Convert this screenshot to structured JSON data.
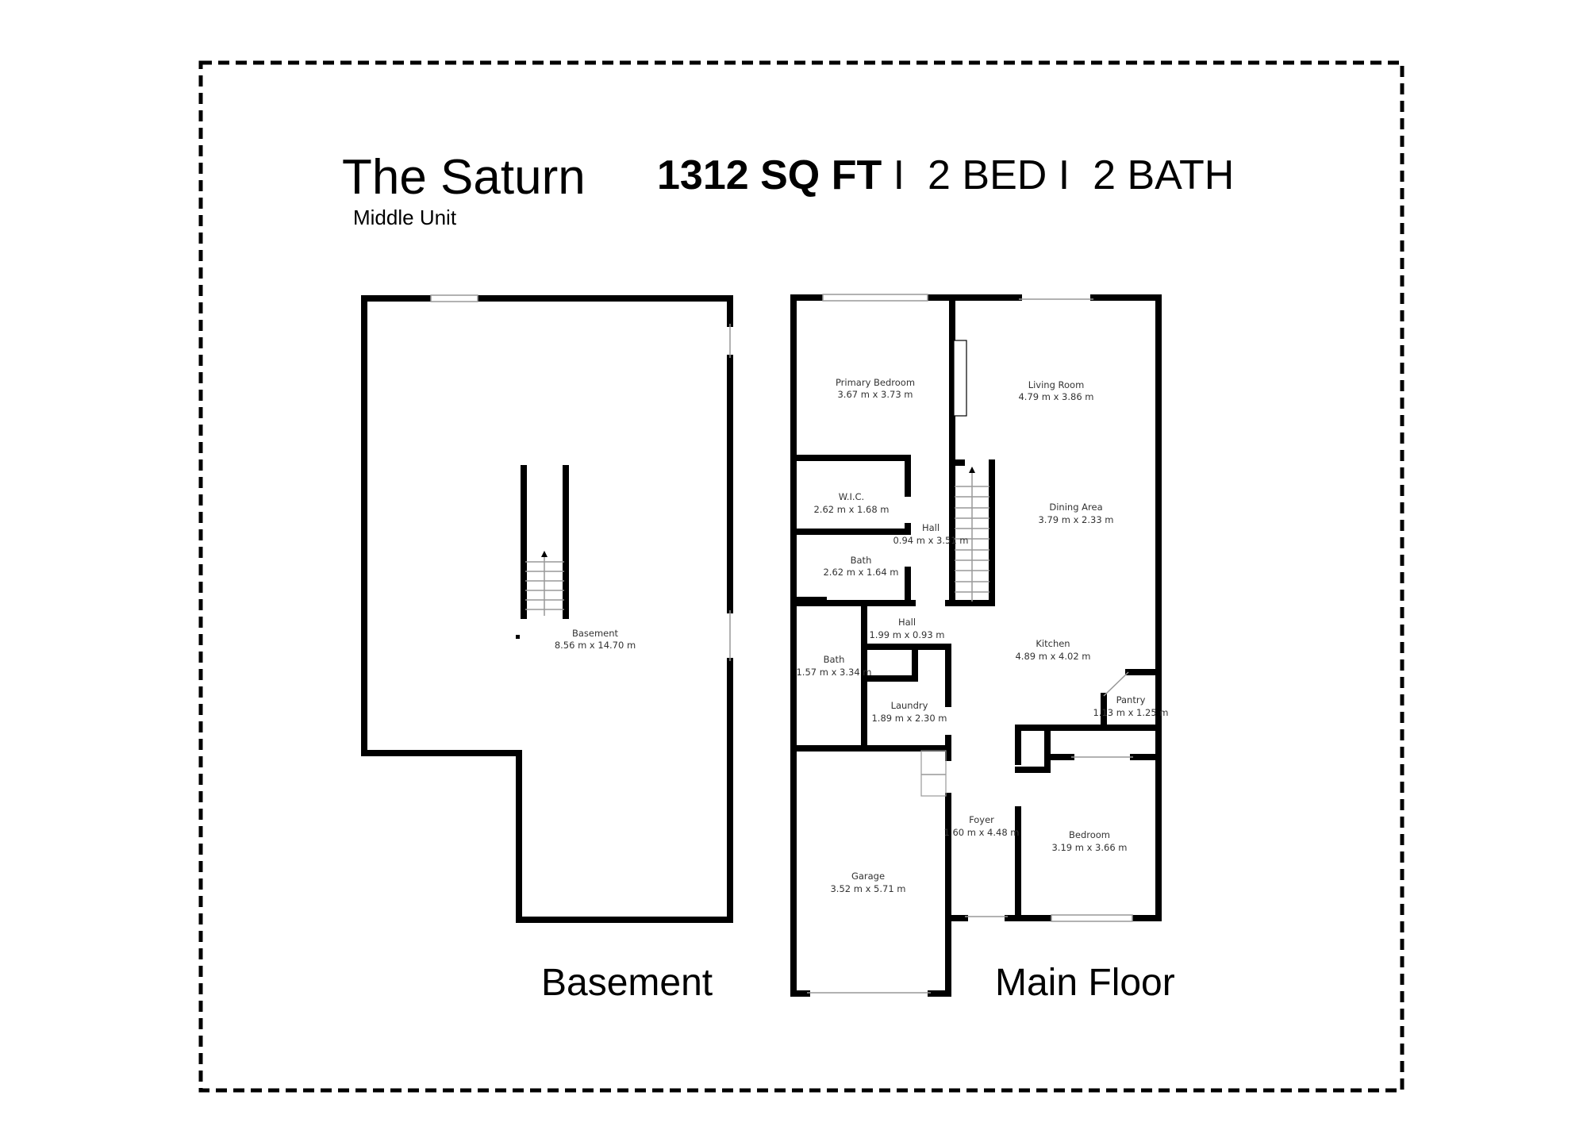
{
  "header": {
    "title": "The Saturn",
    "subtitle": "Middle Unit",
    "sqft": "1312 SQ FT",
    "specs": " I  2 BED I  2 BATH"
  },
  "basement": {
    "label": "Basement",
    "rooms": [
      {
        "name": "Basement",
        "dims": "8.56 m x 14.70 m"
      }
    ]
  },
  "main_floor": {
    "label": "Main Floor",
    "rooms": [
      {
        "name": "Primary Bedroom",
        "dims": "3.67 m x 3.73 m"
      },
      {
        "name": "Living Room",
        "dims": "4.79 m x 3.86 m"
      },
      {
        "name": "W.I.C.",
        "dims": "2.62 m x 1.68 m"
      },
      {
        "name": "Dining Area",
        "dims": "3.79 m x 2.33 m"
      },
      {
        "name": "Hall",
        "dims": "0.94 m x 3.51 m"
      },
      {
        "name": "Bath",
        "dims": "2.62 m x 1.64 m"
      },
      {
        "name": "Hall",
        "dims": "1.99 m x 0.93 m"
      },
      {
        "name": "Kitchen",
        "dims": "4.89 m x 4.02 m"
      },
      {
        "name": "Bath",
        "dims": "1.57 m x 3.34 m"
      },
      {
        "name": "Pantry",
        "dims": "1.13 m x 1.25 m"
      },
      {
        "name": "Laundry",
        "dims": "1.89 m x 2.30 m"
      },
      {
        "name": "Foyer",
        "dims": "1.60 m x 4.48 m"
      },
      {
        "name": "Bedroom",
        "dims": "3.19 m x 3.66 m"
      },
      {
        "name": "Garage",
        "dims": "3.52 m x 5.71 m"
      }
    ]
  }
}
